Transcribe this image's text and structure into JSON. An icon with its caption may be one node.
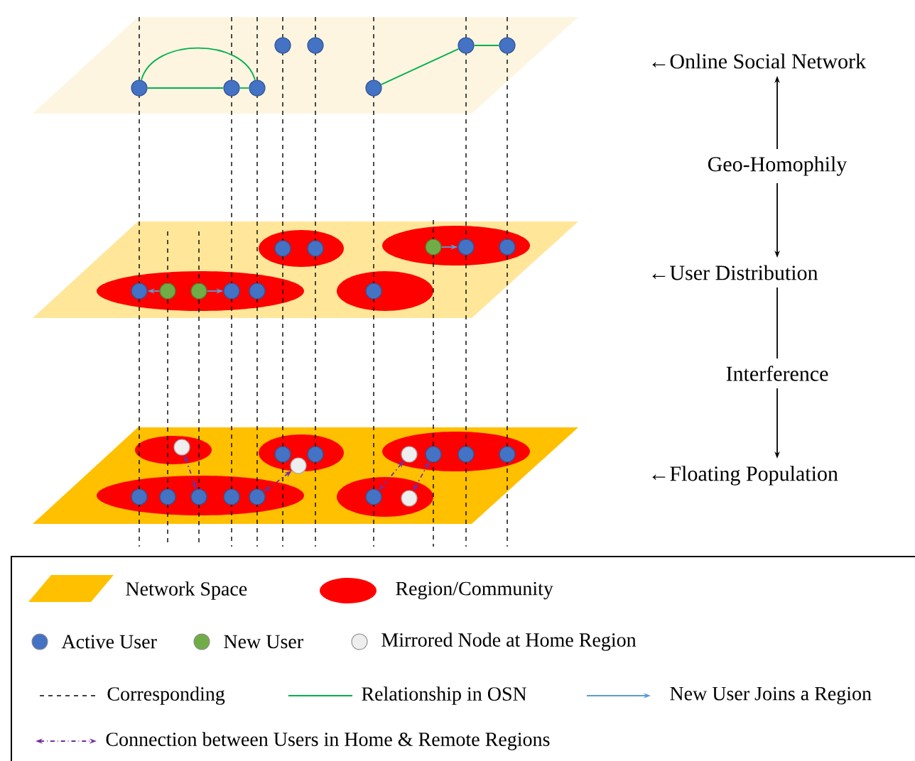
{
  "diagram": {
    "nodes": [
      {
        "text": [],
        "shape": "parallelogram"
      },
      {
        "text": [],
        "shape": "circle",
        "in": 0
      },
      {
        "text": [],
        "shape": "circle",
        "in": 0
      },
      {
        "text": [],
        "shape": "circle",
        "in": 0
      },
      {
        "text": [],
        "shape": "circle",
        "in": 0
      },
      {
        "text": [],
        "shape": "circle",
        "in": 0
      },
      {
        "text": [],
        "shape": "circle",
        "in": 0
      },
      {
        "text": [],
        "shape": "circle",
        "in": 0
      },
      {
        "text": [],
        "shape": "circle",
        "in": 0
      },
      {
        "text": [],
        "shape": "parallelogram"
      },
      {
        "text": [],
        "shape": "ellipse",
        "in": 9
      },
      {
        "text": [],
        "shape": "ellipse",
        "in": 9
      },
      {
        "text": [],
        "shape": "ellipse",
        "in": 9
      },
      {
        "text": [],
        "shape": "ellipse",
        "in": 9
      },
      {
        "text": [],
        "shape": "circle",
        "in": 10
      },
      {
        "text": [],
        "shape": "circle",
        "in": 10
      },
      {
        "text": [],
        "shape": "circle",
        "in": 10
      },
      {
        "text": [],
        "shape": "circle",
        "in": 10
      },
      {
        "text": [],
        "shape": "circle",
        "in": 10
      },
      {
        "text": [],
        "shape": "circle",
        "in": 11
      },
      {
        "text": [],
        "shape": "circle",
        "in": 11
      },
      {
        "text": [],
        "shape": "circle",
        "in": 12
      },
      {
        "text": [],
        "shape": "circle",
        "in": 13
      },
      {
        "text": [],
        "shape": "circle",
        "in": 13
      },
      {
        "text": [],
        "shape": "circle",
        "in": 13
      },
      {
        "text": [],
        "shape": "parallelogram"
      },
      {
        "text": [],
        "shape": "ellipse",
        "in": 25
      },
      {
        "text": [],
        "shape": "ellipse",
        "in": 25
      },
      {
        "text": [],
        "shape": "ellipse",
        "in": 25
      },
      {
        "text": [],
        "shape": "ellipse",
        "in": 25
      },
      {
        "text": [],
        "shape": "ellipse",
        "in": 25
      },
      {
        "text": [],
        "shape": "circle",
        "in": 26
      },
      {
        "text": [],
        "shape": "circle",
        "in": 27
      },
      {
        "text": [],
        "shape": "circle",
        "in": 27
      },
      {
        "text": [],
        "shape": "circle",
        "in": 27
      },
      {
        "text": [],
        "shape": "circle",
        "in": 28
      },
      {
        "text": [],
        "shape": "circle",
        "in": 28
      },
      {
        "text": [],
        "shape": "circle",
        "in": 28
      },
      {
        "text": [],
        "shape": "circle",
        "in": 28
      },
      {
        "text": [],
        "shape": "circle",
        "in": 29
      },
      {
        "text": [],
        "shape": "circle",
        "in": 29
      },
      {
        "text": [],
        "shape": "circle",
        "in": 29
      },
      {
        "text": [],
        "shape": "circle",
        "in": 29
      },
      {
        "text": [],
        "shape": "circle",
        "in": 29
      },
      {
        "text": [],
        "shape": "circle",
        "in": 30
      },
      {
        "text": [],
        "shape": "circle",
        "in": 30
      },
      {
        "text": [
          "←Online Social Network"
        ]
      },
      {
        "text": [
          "Geo-Homophily"
        ]
      },
      {
        "text": [
          "←User Distribution"
        ]
      },
      {
        "text": [
          "Interference"
        ]
      },
      {
        "text": [
          "←Floating Population"
        ]
      }
    ],
    "edges": [
      {
        "from": 1,
        "to": 2,
        "arrow": "none",
        "color": "#00b050"
      },
      {
        "from": 2,
        "to": 3,
        "arrow": "none",
        "color": "#00b050"
      },
      {
        "from": 1,
        "to": 3,
        "arrow": "none",
        "color": "#00b050"
      },
      {
        "from": 6,
        "to": 7,
        "arrow": "none",
        "color": "#00b050"
      },
      {
        "from": 7,
        "to": 8,
        "arrow": "none",
        "color": "#00b050"
      },
      {
        "from": 15,
        "to": 14,
        "arrow": "to",
        "color": "#5b9bd5"
      },
      {
        "from": 16,
        "to": 17,
        "arrow": "to",
        "color": "#5b9bd5"
      },
      {
        "from": 22,
        "to": 23,
        "arrow": "to",
        "color": "#5b9bd5"
      },
      {
        "from": 31,
        "to": 41,
        "arrow": "both",
        "style": "dashed",
        "color": "#7030a0"
      },
      {
        "from": 34,
        "to": 43,
        "arrow": "both",
        "style": "dashed",
        "color": "#7030a0"
      },
      {
        "from": 35,
        "to": 44,
        "arrow": "both",
        "style": "dashed",
        "color": "#7030a0"
      },
      {
        "from": 45,
        "to": 36,
        "arrow": "both",
        "style": "dashed",
        "color": "#7030a0"
      },
      {
        "from": 47,
        "to": 46,
        "arrow": "to",
        "color": "#000000"
      },
      {
        "from": 47,
        "to": 48,
        "arrow": "to",
        "color": "#000000"
      },
      {
        "from": 48,
        "to": 49,
        "arrow": "none",
        "color": "#000000"
      },
      {
        "from": 49,
        "to": 50,
        "arrow": "to",
        "color": "#000000"
      }
    ],
    "legend": [
      {
        "text": "Network Space",
        "color": "#ffc000"
      },
      {
        "text": "Region/Community",
        "color": "#ff0000"
      },
      {
        "text": "Active User",
        "color": "#4472c4"
      },
      {
        "text": "New User",
        "color": "#70ad47"
      },
      {
        "text": "Mirrored Node at Home Region",
        "color": "#eeeeee"
      },
      {
        "text": "Corresponding"
      },
      {
        "text": "Relationship in OSN"
      },
      {
        "text": "New User Joins a Region"
      },
      {
        "text": "Connection between Users in Home & Remote Regions"
      }
    ]
  }
}
